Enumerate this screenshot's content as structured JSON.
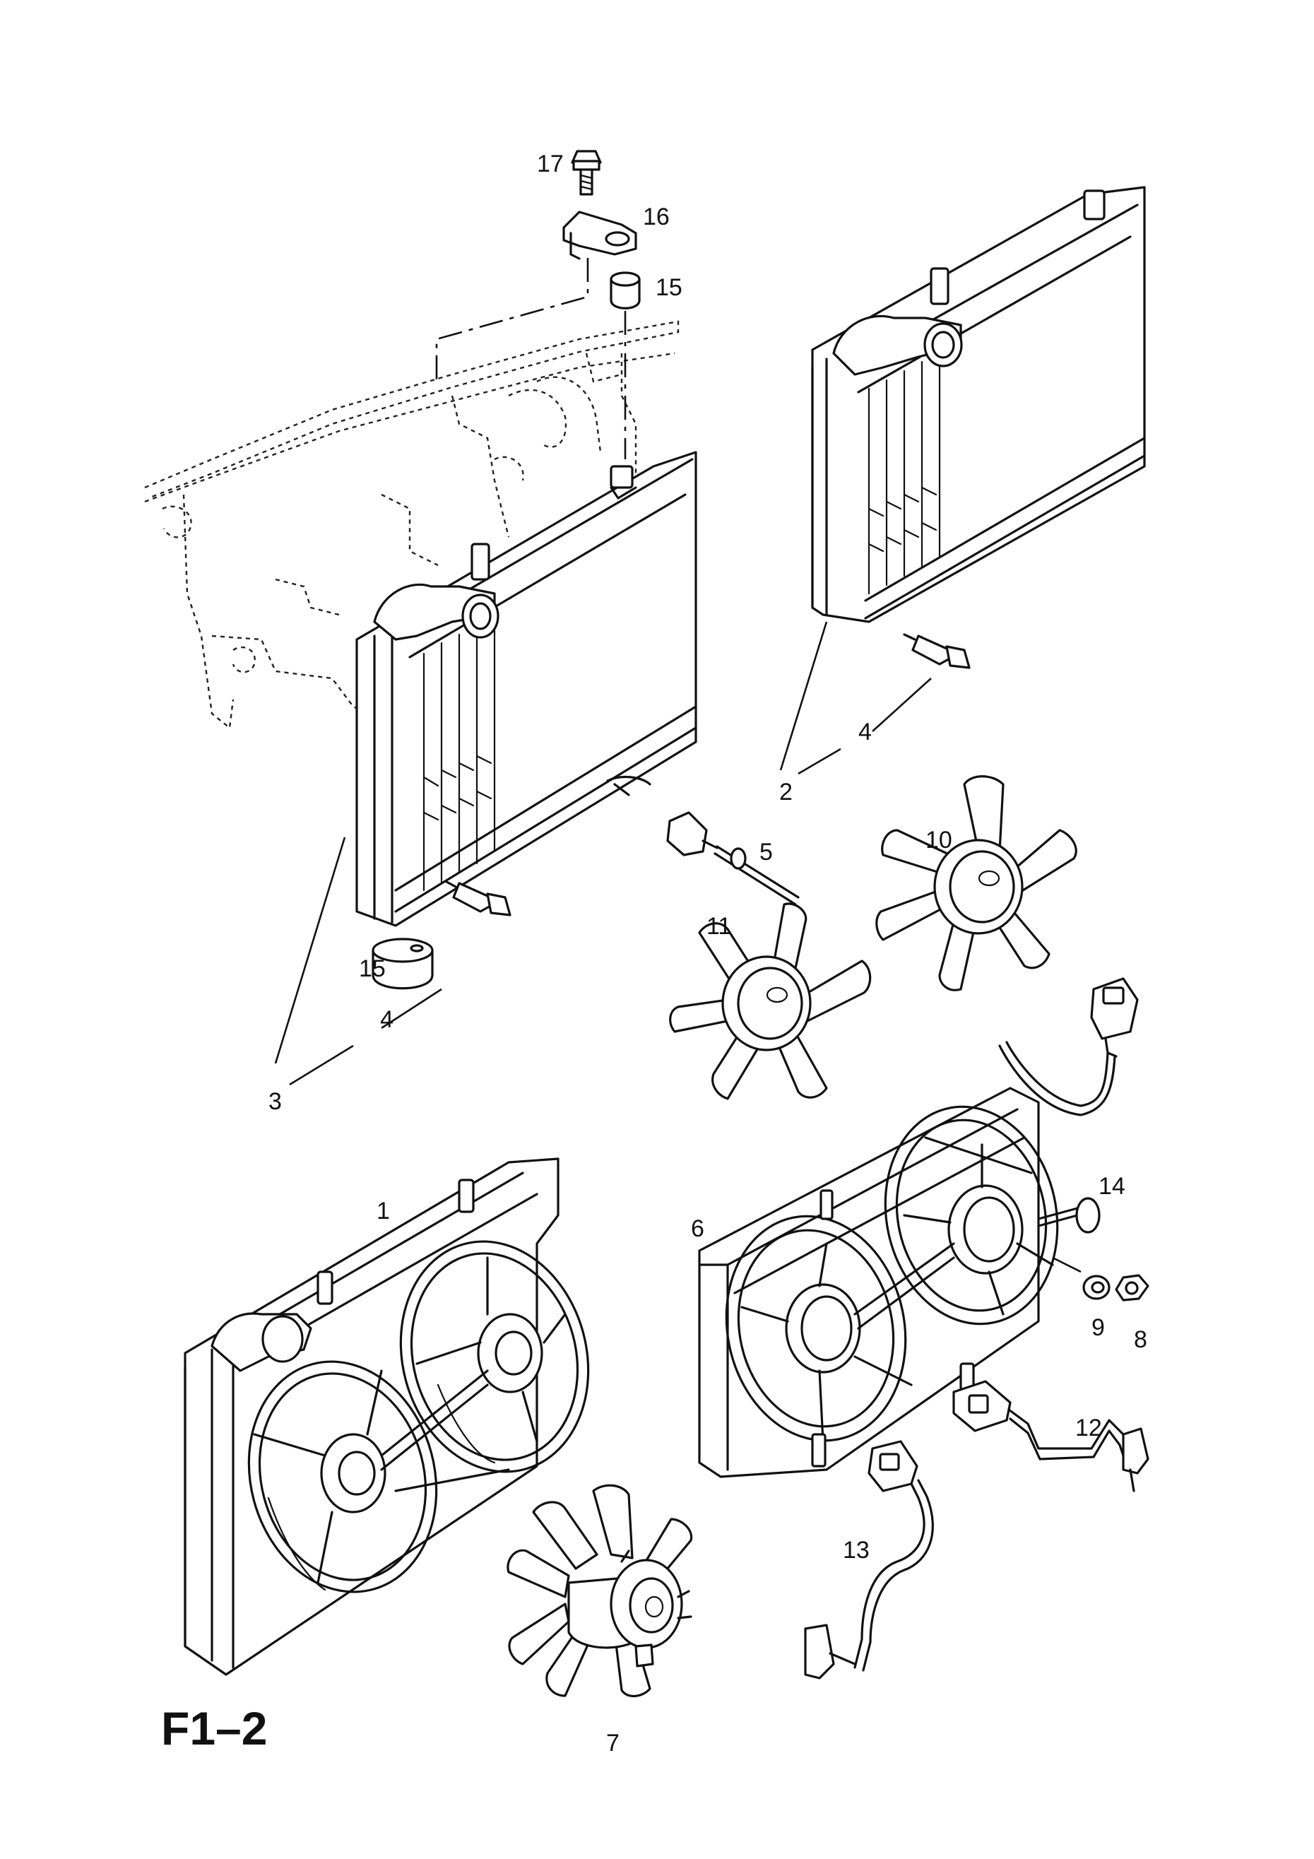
{
  "figure_code": "F1–2",
  "callouts": [
    {
      "id": "c17",
      "text": "17"
    },
    {
      "id": "c16",
      "text": "16"
    },
    {
      "id": "c15a",
      "text": "15"
    },
    {
      "id": "c15b",
      "text": "15"
    },
    {
      "id": "c4a",
      "text": "4"
    },
    {
      "id": "c4b",
      "text": "4"
    },
    {
      "id": "c3",
      "text": "3"
    },
    {
      "id": "c2",
      "text": "2"
    },
    {
      "id": "c5",
      "text": "5"
    },
    {
      "id": "c10",
      "text": "10"
    },
    {
      "id": "c11",
      "text": "11"
    },
    {
      "id": "c1",
      "text": "1"
    },
    {
      "id": "c6",
      "text": "6"
    },
    {
      "id": "c14",
      "text": "14"
    },
    {
      "id": "c9",
      "text": "9"
    },
    {
      "id": "c8",
      "text": "8"
    },
    {
      "id": "c12",
      "text": "12"
    },
    {
      "id": "c13",
      "text": "13"
    },
    {
      "id": "c7",
      "text": "7"
    }
  ]
}
